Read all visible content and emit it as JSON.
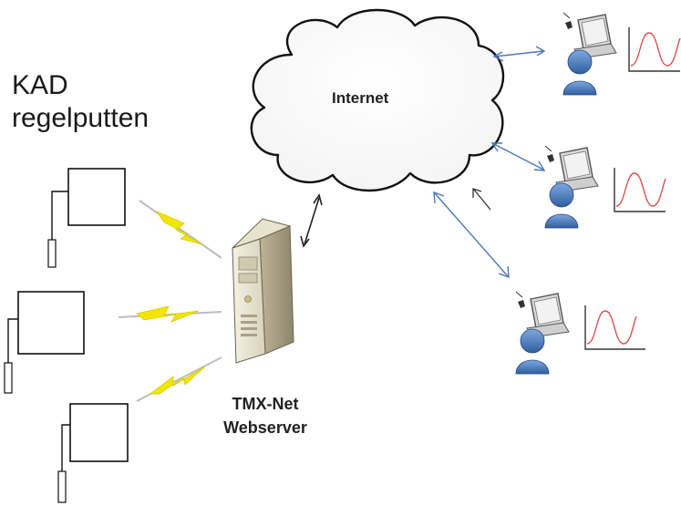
{
  "labels": {
    "title_line1": "KAD",
    "title_line2": "regelputten",
    "cloud": "Internet",
    "server_line1": "TMX-Net",
    "server_line2": "Webserver"
  },
  "colors": {
    "link_arrow": "#4a7ab8",
    "server_arrow": "#222222",
    "lightning": "#f2e600",
    "user": "#3b6fb6",
    "graph_curve": "#d95050"
  },
  "icons": [
    "sensor-box-icon",
    "lightning-icon",
    "cloud-icon",
    "server-icon",
    "user-laptop-icon",
    "graph-icon"
  ]
}
